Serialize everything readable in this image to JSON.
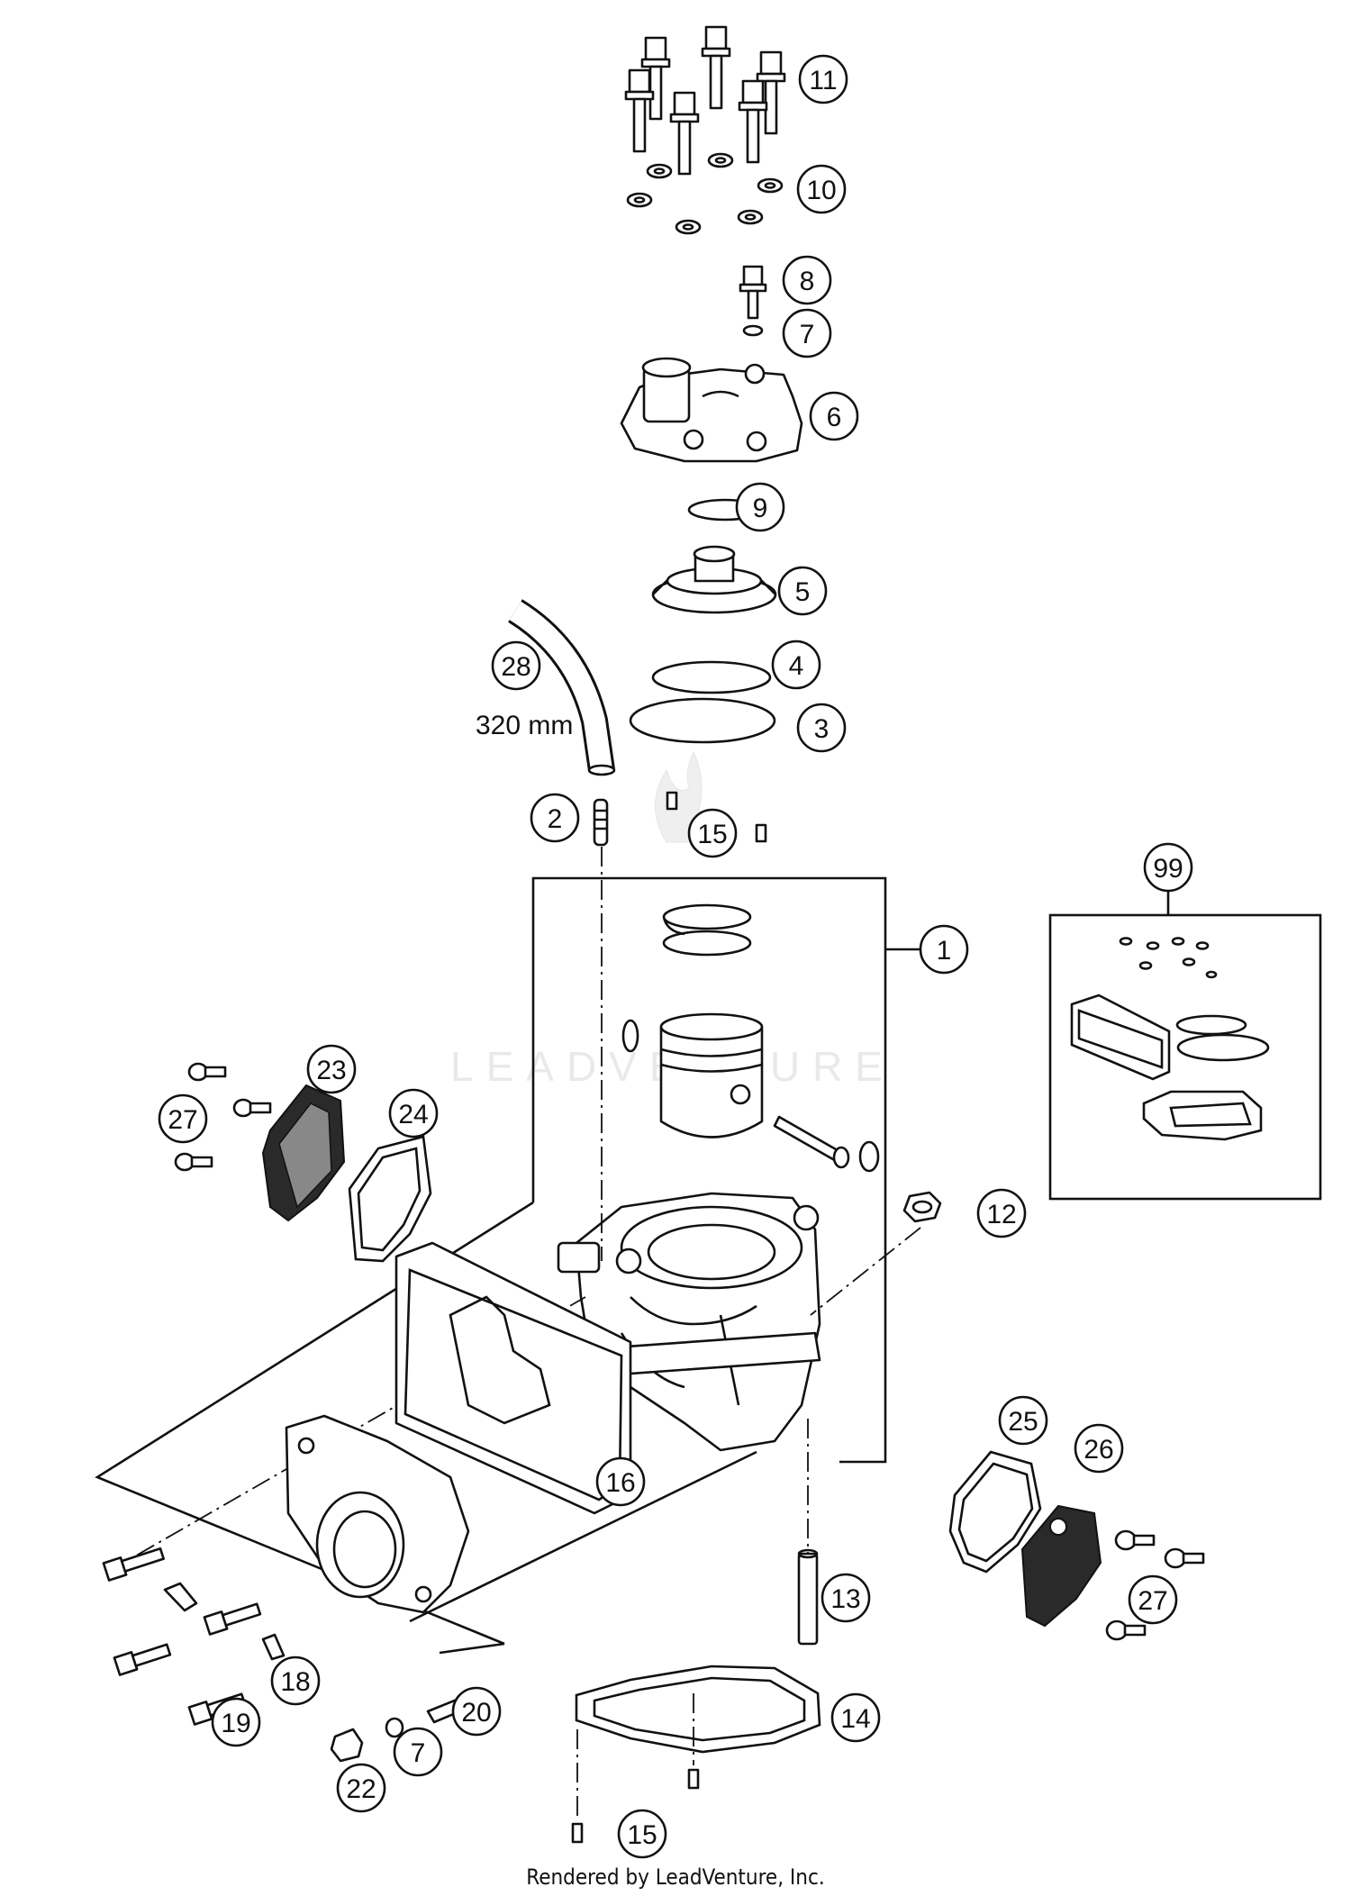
{
  "watermark": "LEADVENTURE",
  "footer": "Rendered by LeadVenture, Inc.",
  "hose_length_label": "320 mm",
  "callouts": [
    "11",
    "10",
    "8",
    "7",
    "6",
    "9",
    "5",
    "4",
    "3",
    "28",
    "2",
    "15",
    "1",
    "99",
    "23",
    "27",
    "24",
    "12",
    "16",
    "25",
    "26",
    "13",
    "27",
    "18",
    "19",
    "20",
    "7",
    "22",
    "14",
    "15"
  ]
}
